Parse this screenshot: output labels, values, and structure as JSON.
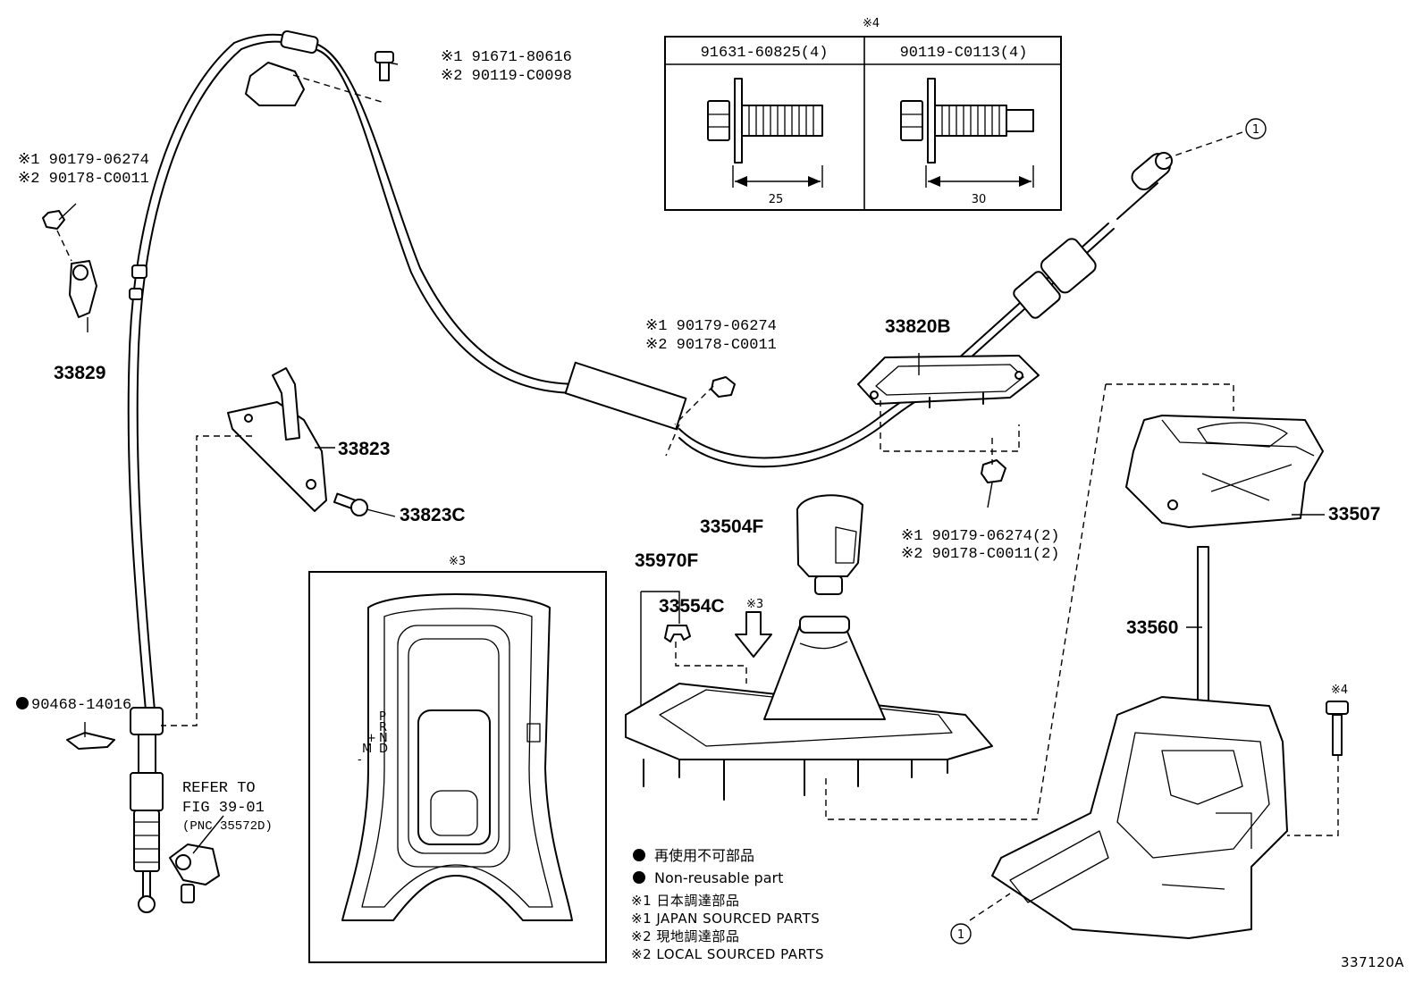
{
  "figure_code": "337120A",
  "part_labels": {
    "p33829": "33829",
    "p33823": "33823",
    "p33823c": "33823C",
    "p33820b": "33820B",
    "p33504f": "33504F",
    "p35970f": "35970F",
    "p33554c": "33554C",
    "p33507": "33507",
    "p33560": "33560",
    "p90468": "90468-14016"
  },
  "callouts": {
    "top_bolt": {
      "j1": "※1  91671-80616",
      "j2": "※2  90119-C0098"
    },
    "left_nut": {
      "j1": "※1  90179-06274",
      "j2": "※2  90178-C0011"
    },
    "mid_nut": {
      "j1": "※1  90179-06274",
      "j2": "※2  90178-C0011"
    },
    "right_nut": {
      "j1": "※1  90179-06274(2)",
      "j2": "※2  90178-C0011(2)"
    }
  },
  "refer": {
    "line1": "REFER TO",
    "line2": "FIG 39-01",
    "line3": "(PNC 35572D)"
  },
  "bolt_table": {
    "header": "※4",
    "col1_part": "91631-60825(4)",
    "col2_part": "90119-C0113(4)",
    "col1_len": "25",
    "col2_len": "30"
  },
  "marks": {
    "m3_box": "※3",
    "m3_arrow": "※3",
    "m4": "※4",
    "circle1": "1"
  },
  "gate_letters": [
    "P",
    "R",
    "N",
    "D",
    "+",
    "M",
    "-"
  ],
  "legend": {
    "dot_jp": "再使用不可部品",
    "dot_en": "Non-reusable part",
    "j1_jp": "※1  日本調達部品",
    "j1_en": "※1  JAPAN SOURCED PARTS",
    "j2_jp": "※2  現地調達部品",
    "j2_en": "※2  LOCAL SOURCED PARTS"
  }
}
